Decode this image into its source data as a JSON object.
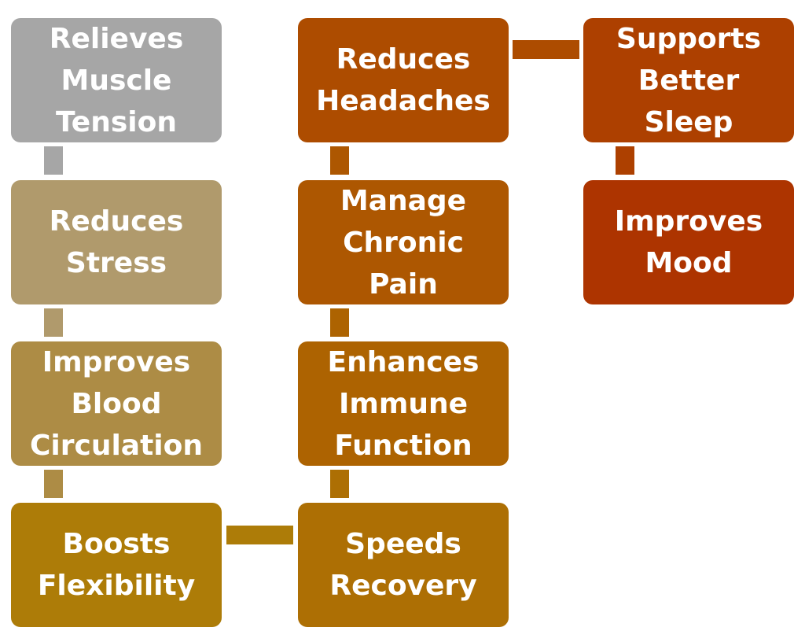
{
  "diagram": {
    "nodes": [
      {
        "id": "n1",
        "label": "Relieves\nMuscle\nTension",
        "color": "#a6a6a6"
      },
      {
        "id": "n2",
        "label": "Reduces\nStress",
        "color": "#b09a6c"
      },
      {
        "id": "n3",
        "label": "Improves\nBlood\nCirculation",
        "color": "#ad8c45"
      },
      {
        "id": "n4",
        "label": "Boosts\nFlexibility",
        "color": "#ad7c08"
      },
      {
        "id": "n5",
        "label": "Speeds\nRecovery",
        "color": "#ad6f04"
      },
      {
        "id": "n6",
        "label": "Enhances\nImmune\nFunction",
        "color": "#ad6301"
      },
      {
        "id": "n7",
        "label": "Manage\nChronic\nPain",
        "color": "#ad5701"
      },
      {
        "id": "n8",
        "label": "Reduces\nHeadaches",
        "color": "#ad4c00"
      },
      {
        "id": "n9",
        "label": "Supports\nBetter\nSleep",
        "color": "#ad4000"
      },
      {
        "id": "n10",
        "label": "Improves\nMood",
        "color": "#ad3400"
      }
    ],
    "connectors": [
      {
        "from": "n1",
        "to": "n2",
        "color": "#a6a6a6"
      },
      {
        "from": "n2",
        "to": "n3",
        "color": "#b09a6c"
      },
      {
        "from": "n3",
        "to": "n4",
        "color": "#ad8c45"
      },
      {
        "from": "n4",
        "to": "n5",
        "color": "#ad7c08"
      },
      {
        "from": "n5",
        "to": "n6",
        "color": "#ad6f04"
      },
      {
        "from": "n6",
        "to": "n7",
        "color": "#ad6301"
      },
      {
        "from": "n7",
        "to": "n8",
        "color": "#ad5701"
      },
      {
        "from": "n8",
        "to": "n9",
        "color": "#ad4c00"
      },
      {
        "from": "n9",
        "to": "n10",
        "color": "#ad4000"
      }
    ]
  }
}
